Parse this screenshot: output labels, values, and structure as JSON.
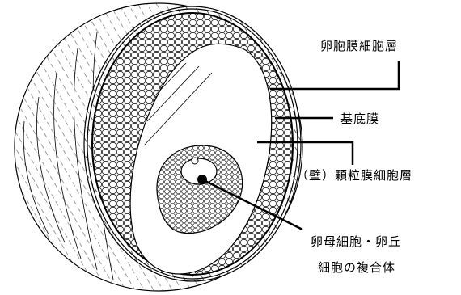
{
  "labels": {
    "theca_cell_layer": "卵胞膜細胞層",
    "basement_membrane": "基底膜",
    "granulosa_layer": "（壁）顆粒膜細胞層",
    "cumulus_complex_line1": "卵母細胞・卵丘",
    "cumulus_complex_line2": "細胞の複合体"
  },
  "colors": {
    "ink": "#000000",
    "paper": "#ffffff"
  }
}
